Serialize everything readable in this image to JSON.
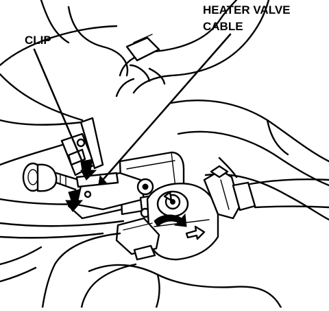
{
  "labels": {
    "clip": "CLIP",
    "heater_valve_cable_line1": "HEATER VALVE",
    "heater_valve_cable_line2": "CABLE"
  },
  "colors": {
    "ink": "#000000",
    "paper": "#ffffff"
  },
  "icons": {
    "rotation_arrow": "curved-arrow-icon",
    "flow_arrow": "right-arrow-icon"
  }
}
